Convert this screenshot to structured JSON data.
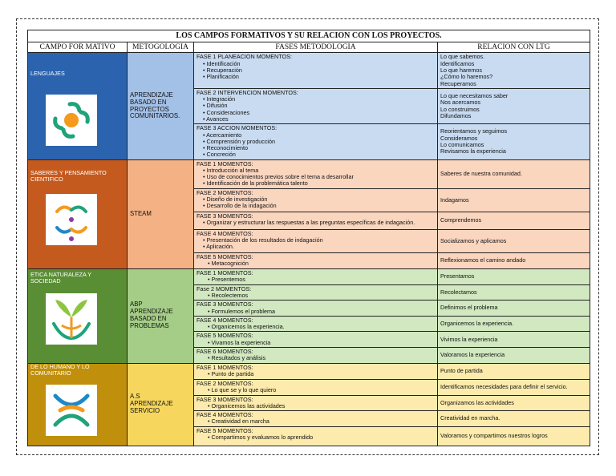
{
  "title": "LOS CAMPOS FORMATIVOS Y SU RELACION CON LOS PROYECTOS.",
  "headers": [
    "CAMPO FOR MATIVO",
    "METOGOLOGIA",
    "FASES METODOLOGIA",
    "RELACION CON LTG"
  ],
  "blocks": [
    {
      "campo": "LENGUAJES",
      "logo_icon": "lenguajes-logo-icon",
      "metodologia": [
        "APRENDIZAJE",
        "BASADO EN",
        "PROYECTOS",
        "COMUNITARIOS."
      ],
      "fases": [
        {
          "title": "FASE 1 PLANEACION MOMENTOS:",
          "items": [
            "Identificación",
            "Recuperación",
            "Planificación"
          ],
          "ltg": [
            "Lo que sabemos.",
            "Identificamos",
            "Lo que haremos",
            "¿Cómo lo haremos?",
            "Recuperamos"
          ]
        },
        {
          "title": "FASE 2 INTERVENCION MOMENTOS:",
          "items": [
            "Integración",
            "Difusión",
            "Consideraciones",
            "Avances"
          ],
          "ltg": [
            "Lo que necesitamos saber",
            "Nos acercamos",
            "Lo construimos",
            "Difundamos"
          ]
        },
        {
          "title": "FASE 3 ACCION MOMENTOS:",
          "items": [
            "Acercamiento",
            "Comprensión y producción",
            "Reconocimiento",
            "Concreción"
          ],
          "ltg": [
            "Reorientamos y seguimos",
            "Consideramos",
            "Lo comunicamos",
            "Revisamos la experiencia"
          ]
        }
      ]
    },
    {
      "campo": "SABERES Y PENSAMIENTO CIENTIFICO",
      "logo_icon": "saberes-logo-icon",
      "metodologia": [
        "STEAM"
      ],
      "fases": [
        {
          "title": "FASE 1 MOMENTOS:",
          "items": [
            "Introducción al tema",
            "Uso de conocimientos previos sobre el tema a desarrollar",
            "Identificación de la problemática talento"
          ],
          "ltg": [
            "Saberes de nuestra comunidad."
          ]
        },
        {
          "title": "FASE 2 MOMENTOS:",
          "items": [
            "Diseño de investigación",
            "Desarrollo de la indagación"
          ],
          "ltg": [
            "Indagamos"
          ]
        },
        {
          "title": "FASE 3 MOMENTOS:",
          "items": [
            "Organizar y estructurar las respuestas a las preguntas específicas de indagación."
          ],
          "ltg": [
            "Comprendemos"
          ]
        },
        {
          "title": "FASE 4 MOMENTOS:",
          "items": [
            "Presentación de los resultados de indagación",
            "Aplicación."
          ],
          "ltg": [
            "Socializamos y aplicamos"
          ]
        },
        {
          "title": "FASE 5 MOMENTOS:",
          "items": [
            "Metacognición"
          ],
          "ltg": [
            "Reflexionamos el camino andado"
          ]
        }
      ]
    },
    {
      "campo": "ETICA NATURALEZA Y SOCIEDAD",
      "logo_icon": "etica-logo-icon",
      "metodologia": [
        "ABP",
        "APRENDIZAJE",
        "BASADO EN",
        "PROBLEMAS"
      ],
      "fases": [
        {
          "title": "FASE 1 MOMENTOS:",
          "items": [
            "Presentemos"
          ],
          "ltg": [
            "Presentamos"
          ]
        },
        {
          "title": "Fase 2 MOMENTOS:",
          "items": [
            "Recolectemos"
          ],
          "ltg": [
            "Recolectamos"
          ]
        },
        {
          "title": "FASE 3 MOMENTOS:",
          "items": [
            "Formulemos el problema"
          ],
          "ltg": [
            "Definimos el problema"
          ]
        },
        {
          "title": "FASE 4 MOMENTOS:",
          "items": [
            "Organicemos la experiencia."
          ],
          "ltg": [
            "Organicemos la experiencia."
          ]
        },
        {
          "title": "FASE 5 MOMENTOS:",
          "items": [
            "Vivamos la experiencia"
          ],
          "ltg": [
            "Vivimos la experiencia"
          ]
        },
        {
          "title": "FASE 6 MOMENTOS:",
          "items": [
            "Resultados y análisis"
          ],
          "ltg": [
            "Valoramos la experiencia"
          ]
        }
      ]
    },
    {
      "campo": "DE LO HUMANO Y LO COMUNITARIO",
      "logo_icon": "humano-logo-icon",
      "metodologia": [
        "A.S",
        "APRENDIZAJE",
        "SERVICIO"
      ],
      "fases": [
        {
          "title": "FASE 1 MOMENTOS:",
          "items": [
            "Punto de partida"
          ],
          "ltg": [
            "Punto de partida"
          ]
        },
        {
          "title": "FASE 2 MOMENTOS:",
          "items": [
            "Lo que se y lo que quiero"
          ],
          "ltg": [
            "Identificamos necesidades para definir el servicio."
          ]
        },
        {
          "title": "FASE 3 MOMENTOS:",
          "items": [
            "Organicemos las actividades"
          ],
          "ltg": [
            "Organizamos las actividades"
          ]
        },
        {
          "title": "FASE 4 MOMENTOS:",
          "items": [
            "Creatividad en marcha"
          ],
          "ltg": [
            "Creatividad en marcha."
          ]
        },
        {
          "title": "FASE 5 MOMENTOS:",
          "items": [
            "Compartimos y evaluamos lo aprendido"
          ],
          "ltg": [
            "Valoramos y compartimos nuestros logros"
          ]
        }
      ]
    }
  ]
}
